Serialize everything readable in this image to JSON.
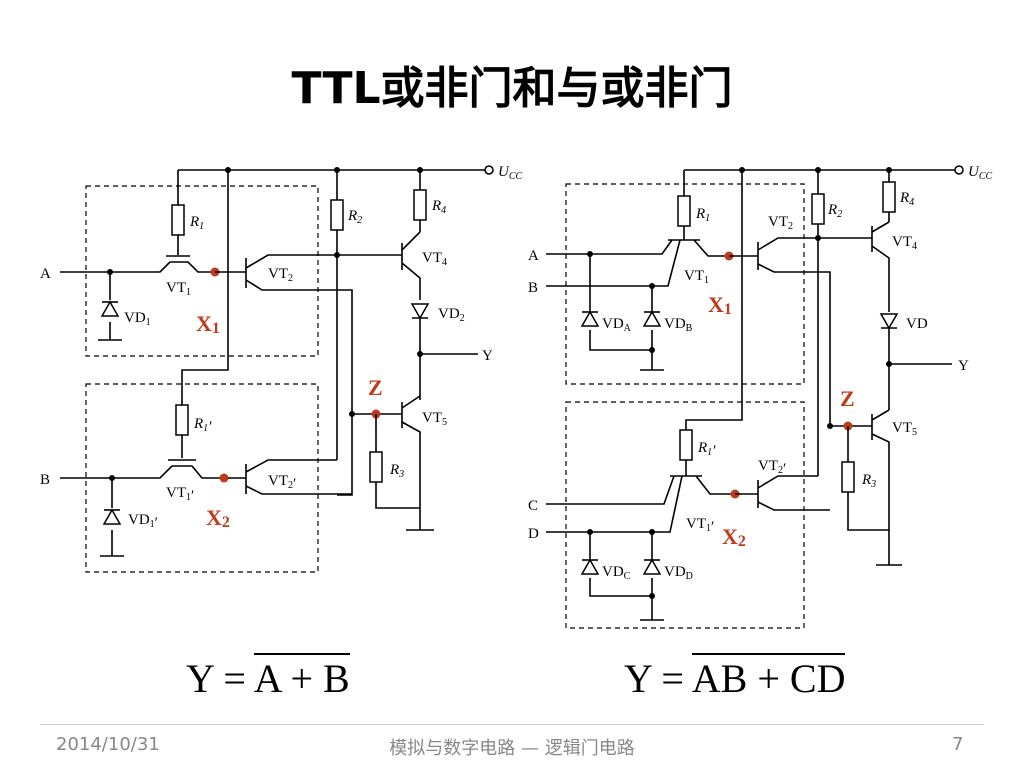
{
  "slide": {
    "title": "TTL或非门和与或非门",
    "footer_date": "2014/10/31",
    "footer_center": "模拟与数字电路 — 逻辑门电路",
    "page_number": "7"
  },
  "left_circuit": {
    "supply": "U",
    "supply_sub": "CC",
    "inputs": [
      "A",
      "B"
    ],
    "output": "Y",
    "resistors": [
      "R1",
      "R1'",
      "R2",
      "R3",
      "R4"
    ],
    "transistors": [
      "VT1",
      "VT1'",
      "VT2",
      "VT2'",
      "VT4",
      "VT5"
    ],
    "diodes": [
      "VD1",
      "VD1'",
      "VD2"
    ],
    "markers": [
      "X1",
      "X2",
      "Z"
    ],
    "formula_lhs": "Y = ",
    "formula_rhs": "A + B"
  },
  "right_circuit": {
    "supply": "U",
    "supply_sub": "CC",
    "inputs": [
      "A",
      "B",
      "C",
      "D"
    ],
    "output": "Y",
    "resistors": [
      "R1",
      "R1'",
      "R2",
      "R3",
      "R4"
    ],
    "transistors": [
      "VT1",
      "VT1'",
      "VT2",
      "VT2'",
      "VT4",
      "VT5"
    ],
    "diodes": [
      "VDA",
      "VDB",
      "VDC",
      "VDD",
      "VD"
    ],
    "markers": [
      "X1",
      "X2",
      "Z"
    ],
    "formula_lhs": "Y = ",
    "formula_rhs": "AB + CD"
  },
  "colors": {
    "marker": "#c03a1c",
    "footer_text": "#888888"
  }
}
